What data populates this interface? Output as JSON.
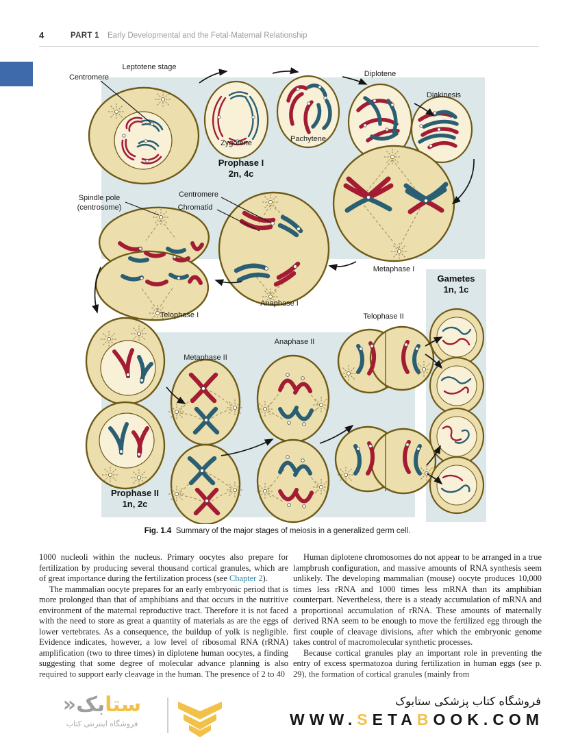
{
  "header": {
    "page_number": "4",
    "part_label": "PART 1",
    "part_title": "Early Developmental and the Fetal-Maternal Relationship"
  },
  "figure": {
    "labels": {
      "leptotene": "Leptotene stage",
      "centromere_top": "Centromere",
      "zygotene": "Zygotene",
      "pachytene": "Pachytene",
      "diplotene": "Diplotene",
      "diakinesis": "Diakinesis",
      "prophase1": "Prophase I",
      "prophase1_ploidy": "2n, 4c",
      "spindle_pole1": "Spindle pole",
      "spindle_pole2": "(centrosome)",
      "centromere_mid": "Centromere",
      "chromatid": "Chromatid",
      "metaphase1": "Metaphase I",
      "anaphase1": "Anaphase I",
      "telophase1": "Telophase I",
      "telophase2": "Telophase II",
      "metaphase2": "Metaphase II",
      "anaphase2": "Anaphase II",
      "prophase2": "Prophase II",
      "prophase2_ploidy": "1n, 2c",
      "gametes": "Gametes",
      "gametes_ploidy": "1n, 1c"
    },
    "caption_label": "Fig. 1.4",
    "caption_text": "Summary of the major stages of meiosis in a generalized germ cell."
  },
  "body": {
    "left_column": {
      "p1_pre": "1000 nucleoli within the nucleus. Primary oocytes also prepare for fertilization by producing several thousand cortical granules, which are of great importance during the fertilization process (see ",
      "p1_link": "Chapter 2",
      "p1_post": ").",
      "p2": "The mammalian oocyte prepares for an early embryonic period that is more prolonged than that of amphibians and that occurs in the nutritive environment of the maternal reproductive tract. Therefore it is not faced with the need to store as great a quantity of materials as are the eggs of lower vertebrates. As a consequence, the buildup of yolk is negligible. Evidence indicates, however, a low level of ribosomal RNA (rRNA) amplification (two to three times) in diplotene human oocytes, a finding suggesting that some degree of molecular advance planning is also required to support early cleavage in the human. The presence of 2 to 40"
    },
    "right_column": {
      "p1": "Human diplotene chromosomes do not appear to be arranged in a true lampbrush configuration, and massive amounts of RNA synthesis seem unlikely. The developing mammalian (mouse) oocyte produces 10,000 times less rRNA and 1000 times less mRNA than its amphibian counterpart. Nevertheless, there is a steady accumulation of mRNA and a proportional accumulation of rRNA. These amounts of maternally derived RNA seem to be enough to move the fertilized egg through the first couple of cleavage divisions, after which the embryonic genome takes control of macromolecular synthetic processes.",
      "p2": "Because cortical granules play an important role in preventing the entry of excess spermatozoa during fertilization in human eggs (see p. 29), the formation of cortical granules (mainly from"
    }
  },
  "footer": {
    "logo_word_yellow": "ستا",
    "logo_word_gray": "بک",
    "logo_guillemet": "«",
    "logo_subtitle": "فروشگاه اینترنتی کتاب",
    "store_title": "فروشگاه کتاب پزشکی ستابوک",
    "url_pre": "WWW.",
    "url_s": "S",
    "url_mid": "ETA",
    "url_b": "B",
    "url_post": "OOK.COM"
  },
  "colors": {
    "accent_yellow": "#F2C14A",
    "chromosome_red": "#A31C33",
    "chromosome_teal": "#2A5F73",
    "panel_blue": "#DCE7EA",
    "tab_blue": "#3E69AA",
    "link_teal": "#2B7FA3"
  }
}
